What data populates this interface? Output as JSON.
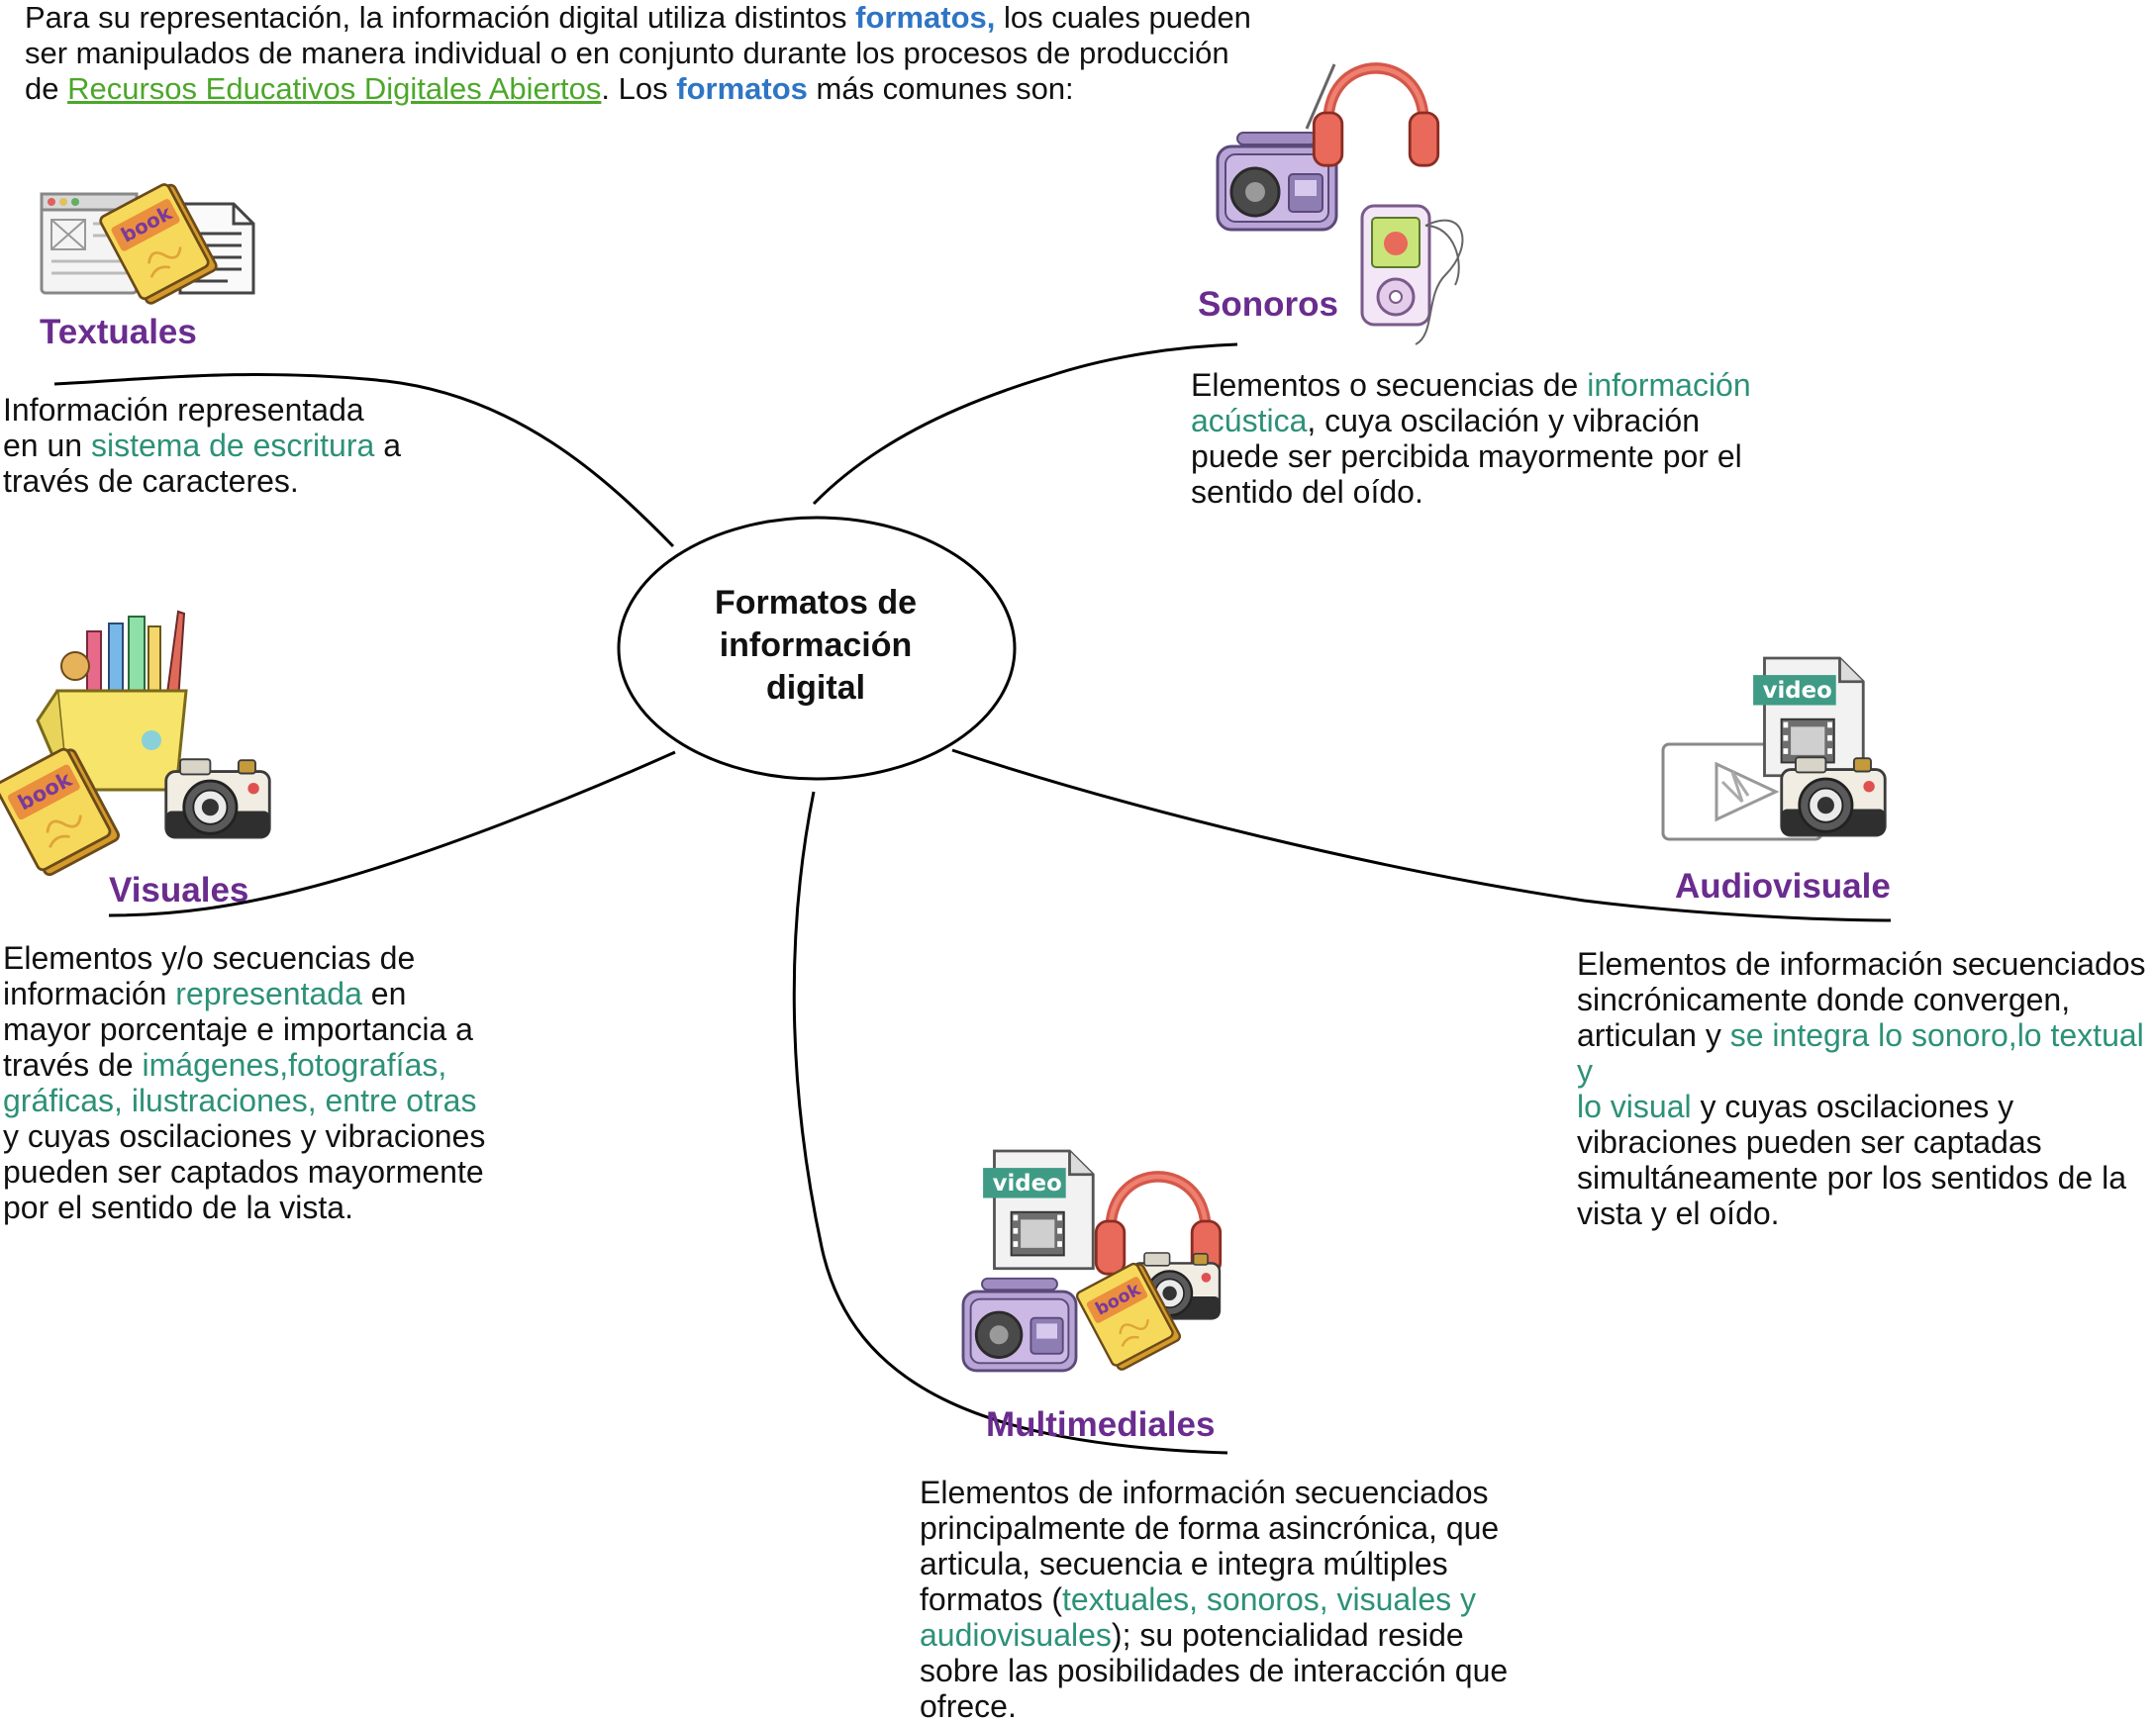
{
  "intro": {
    "parts": [
      {
        "text": "Para su representación, la información digital utiliza distintos ",
        "style": "plain"
      },
      {
        "text": "formatos,",
        "style": "keyword"
      },
      {
        "text": " los cuales pueden\nser manipulados de manera individual o en conjunto durante los procesos de producción\nde ",
        "style": "plain"
      },
      {
        "text": "Recursos Educativos Digitales Abiertos",
        "style": "link"
      },
      {
        "text": ". Los ",
        "style": "plain"
      },
      {
        "text": "formatos",
        "style": "keyword"
      },
      {
        "text": " más comunes son:",
        "style": "plain"
      }
    ]
  },
  "center": {
    "label": "Formatos de\ninformación\ndigital"
  },
  "branches": {
    "textuales": {
      "title": "Textuales",
      "icons": [
        "web-page-icon",
        "book-icon",
        "document-icon"
      ],
      "parts": [
        {
          "text": "Información representada\nen un ",
          "style": "plain"
        },
        {
          "text": "sistema de escritura",
          "style": "highlight"
        },
        {
          "text": " a\ntravés de caracteres.",
          "style": "plain"
        }
      ]
    },
    "sonoros": {
      "title": "Sonoros",
      "icons": [
        "radio-icon",
        "headphones-icon",
        "music-player-icon"
      ],
      "parts": [
        {
          "text": "Elementos o secuencias de ",
          "style": "plain"
        },
        {
          "text": "información\nacústica",
          "style": "highlight"
        },
        {
          "text": ", cuya oscilación y vibración\npuede ser percibida mayormente por el\nsentido del oído.",
          "style": "plain"
        }
      ]
    },
    "visuales": {
      "title": "Visuales",
      "icons": [
        "art-supplies-box-icon",
        "book-icon",
        "camera-icon"
      ],
      "parts": [
        {
          "text": "Elementos y/o secuencias de\ninformación ",
          "style": "plain"
        },
        {
          "text": "representada",
          "style": "highlight"
        },
        {
          "text": " en\nmayor porcentaje e importancia a\ntravés de ",
          "style": "plain"
        },
        {
          "text": "imágenes,fotografías,\ngráficas, ilustraciones, entre otras",
          "style": "highlight"
        },
        {
          "text": "\ny cuyas oscilaciones y vibraciones\npueden ser captados mayormente\npor el sentido de la vista.",
          "style": "plain"
        }
      ]
    },
    "audiovisuale": {
      "title": "Audiovisuale",
      "icons": [
        "video-file-icon",
        "video-player-icon",
        "camera-icon"
      ],
      "video_tag": "video",
      "parts": [
        {
          "text": "Elementos de información secuenciados\nsincrónicamente donde convergen,\narticulan y ",
          "style": "plain"
        },
        {
          "text": "se integra lo sonoro,lo textual y\nlo visual",
          "style": "highlight"
        },
        {
          "text": " y cuyas oscilaciones y\nvibraciones pueden ser captadas\nsimultáneamente por los sentidos de la\nvista y el oído.",
          "style": "plain"
        }
      ]
    },
    "multimediales": {
      "title": "Multimediales",
      "icons": [
        "video-file-icon",
        "headphones-icon",
        "radio-icon",
        "book-icon",
        "camera-icon"
      ],
      "video_tag": "video",
      "parts": [
        {
          "text": "Elementos de información secuenciados\nprincipalmente de forma asincrónica, que\narticula, secuencia e integra múltiples\nformatos (",
          "style": "plain"
        },
        {
          "text": "textuales, sonoros, visuales y\naudiovisuales",
          "style": "highlight"
        },
        {
          "text": "); su potencialidad reside\nsobre las posibilidades de interacción que\nofrece.",
          "style": "plain"
        }
      ]
    }
  },
  "book_label": "book",
  "colors": {
    "title": "#6a2c8e",
    "highlight": "#2c9177",
    "keyword": "#2e75c5",
    "link": "#4ca72a",
    "text": "#111111",
    "line": "#000000"
  }
}
